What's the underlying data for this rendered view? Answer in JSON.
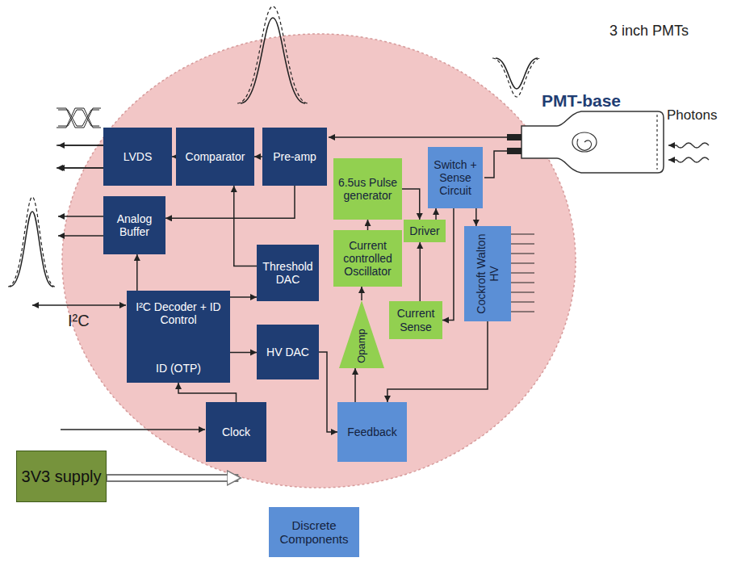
{
  "diagram": {
    "nodes": [
      {
        "text": [
          "PMT-base"
        ]
      },
      {
        "text": [
          "LVDS"
        ],
        "in": 0
      },
      {
        "text": [
          "Comparator"
        ],
        "in": 0
      },
      {
        "text": [
          "Pre-amp"
        ],
        "in": 0
      },
      {
        "text": [
          "Switch + Sense Circuit"
        ],
        "in": 0
      },
      {
        "text": [
          "6.5us Pulse generator"
        ],
        "in": 0
      },
      {
        "text": [
          "Analog Buffer"
        ],
        "in": 0
      },
      {
        "text": [
          "Driver"
        ],
        "in": 0
      },
      {
        "text": [
          "Threshold DAC"
        ],
        "in": 0
      },
      {
        "text": [
          "Current controlled Oscillator"
        ],
        "in": 0
      },
      {
        "text": [
          "Cockroft Walton HV"
        ],
        "in": 0
      },
      {
        "text": [
          "I²C Decoder + ID Control",
          "ID (OTP)"
        ],
        "in": 0
      },
      {
        "text": [
          "HV DAC"
        ],
        "in": 0
      },
      {
        "text": [
          "Opamp"
        ],
        "in": 0
      },
      {
        "text": [
          "Current Sense"
        ],
        "in": 0
      },
      {
        "text": [
          "Feedback"
        ],
        "in": 0
      },
      {
        "text": [
          "Clock"
        ],
        "in": 0
      },
      {
        "text": [
          "3V3 supply"
        ]
      },
      {
        "text": [
          "Discrete Components"
        ]
      }
    ],
    "edges": [
      {
        "from": 3,
        "to": 2,
        "arrow": "to"
      },
      {
        "from": 2,
        "to": 1,
        "arrow": "to"
      },
      {
        "from": 3,
        "to": 6,
        "arrow": "to"
      },
      {
        "from": 8,
        "to": 2,
        "arrow": "to"
      },
      {
        "from": 11,
        "to": 6,
        "arrow": "to"
      },
      {
        "from": 11,
        "to": 8,
        "arrow": "to"
      },
      {
        "from": 11,
        "to": 12,
        "arrow": "to"
      },
      {
        "from": 16,
        "to": 11,
        "arrow": "to"
      },
      {
        "from": 12,
        "to": 15,
        "arrow": "to"
      },
      {
        "from": 15,
        "to": 13,
        "arrow": "to"
      },
      {
        "from": 13,
        "to": 9,
        "arrow": "to"
      },
      {
        "from": 9,
        "to": 5,
        "arrow": "to"
      },
      {
        "from": 5,
        "to": 7,
        "arrow": "to"
      },
      {
        "from": 7,
        "to": 4,
        "arrow": "to"
      },
      {
        "from": 14,
        "to": 7,
        "arrow": "to"
      },
      {
        "from": 4,
        "to": 14,
        "arrow": "to"
      },
      {
        "from": 4,
        "to": 10,
        "arrow": "to"
      },
      {
        "from": 10,
        "to": 15,
        "arrow": "to"
      },
      {
        "from": 17,
        "to": 0,
        "arrow": "to"
      }
    ],
    "labels": [
      "3 inch PMTs",
      "Photons",
      "I²C"
    ]
  }
}
